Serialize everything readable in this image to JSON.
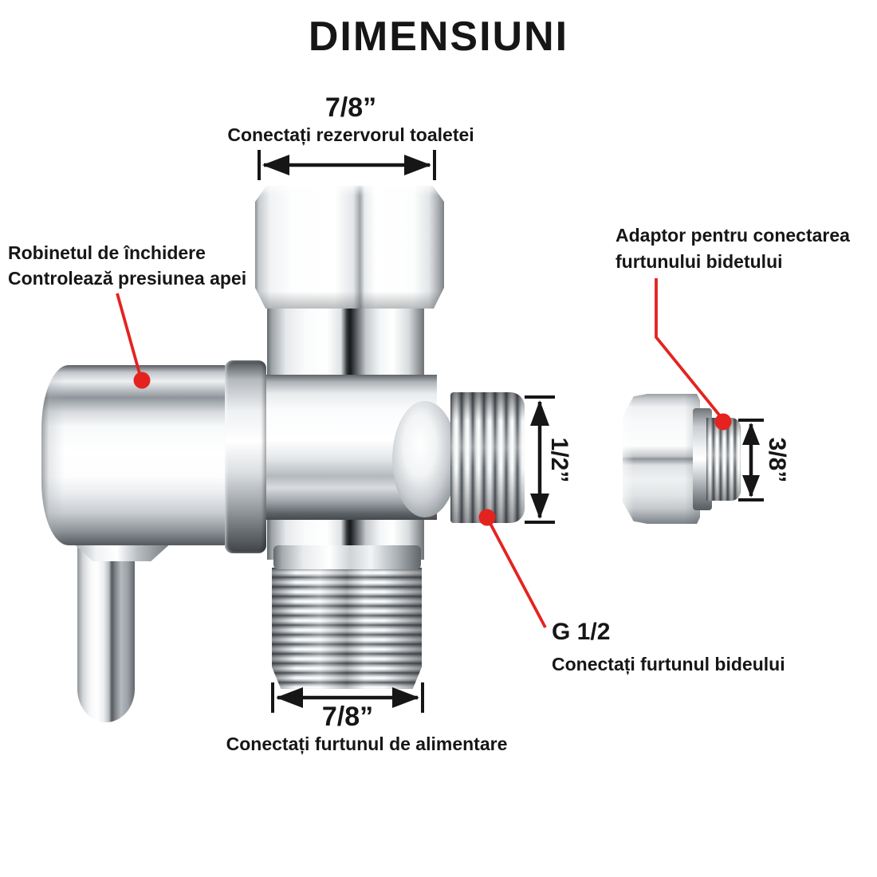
{
  "title": "DIMENSIUNI",
  "colors": {
    "accent_red": "#e42320",
    "ink_black": "#161616",
    "background": "#ffffff"
  },
  "annotations": {
    "top_measurement": {
      "value": "7/8”",
      "caption": "Conectați rezervorul toaletei"
    },
    "bottom_measurement": {
      "value": "7/8”",
      "caption": "Conectați furtunul de alimentare"
    },
    "side_measurement": {
      "value": "1/2”"
    },
    "adapter_measurement": {
      "value": "3/8”"
    },
    "shutoff_label": {
      "line1": "Robinetul de închidere",
      "line2": "Controlează presiunea apei"
    },
    "adapter_label": {
      "line1": "Adaptor pentru conectarea",
      "line2": "furtunului bidetului"
    },
    "outlet_label": {
      "value": "G 1/2",
      "caption": "Conectați furtunul bideului"
    }
  }
}
